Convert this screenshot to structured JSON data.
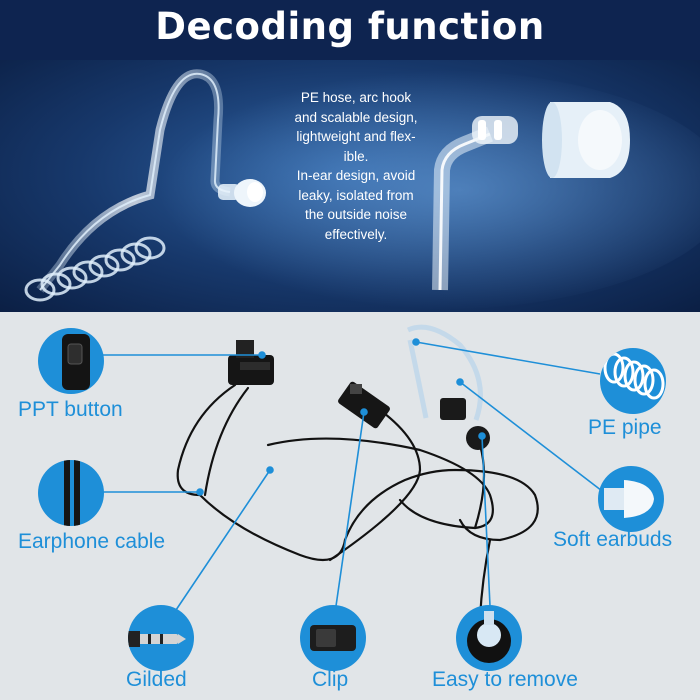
{
  "header": {
    "title": "Decoding function"
  },
  "hero": {
    "description_lines": [
      "PE hose, arc hook",
      "and scalable design,",
      "lightweight and flex-",
      "ible.",
      "In-ear design, avoid",
      "leaky, isolated from",
      "the outside noise",
      "effectively."
    ]
  },
  "labels": {
    "ptt": "PPT button",
    "cable": "Earphone cable",
    "gilded": "Gilded",
    "clip": "Clip",
    "remove": "Easy to remove",
    "pe_pipe": "PE pipe",
    "earbuds": "Soft earbuds"
  },
  "colors": {
    "accent": "#1e8fd8",
    "banner": "#0e2450",
    "lower_bg": "#e1e5e8"
  }
}
